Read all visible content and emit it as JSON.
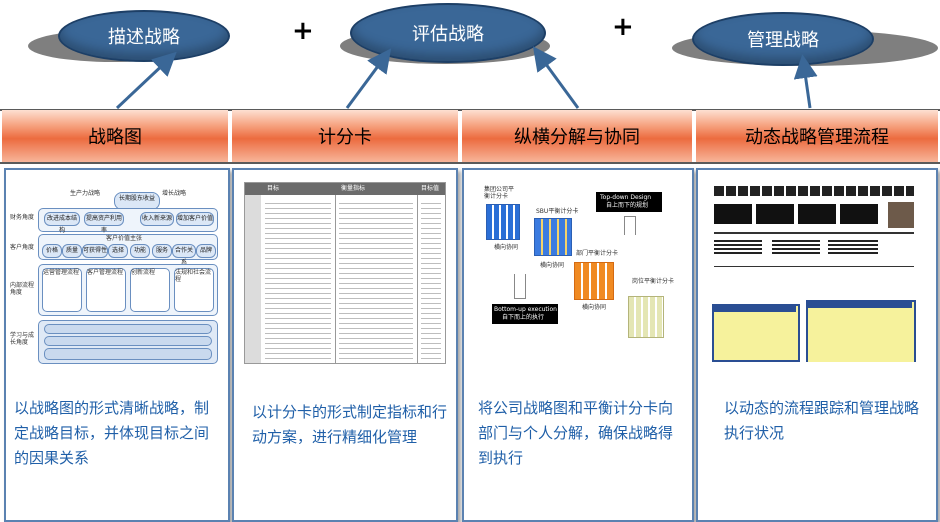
{
  "strategies": [
    {
      "label": "描述战略"
    },
    {
      "label": "评估战略"
    },
    {
      "label": "管理战略"
    }
  ],
  "plus_signs": [
    "+",
    "+"
  ],
  "columns": [
    {
      "header": "战略图",
      "description": "以战略图的形式清晰战略，制定战略目标，并体现目标之间的因果关系"
    },
    {
      "header": "计分卡",
      "description": "以计分卡的形式制定指标和行动方案，进行精细化管理"
    },
    {
      "header": "纵横分解与协同",
      "description": "将公司战略图和平衡计分卡向部门与个人分解，确保战略得到执行"
    },
    {
      "header": "动态战略管理流程",
      "description": "以动态的流程跟踪和管理战略执行状况"
    }
  ],
  "strategy_map": {
    "top_labels": [
      "生产力战略",
      "长期股东收益",
      "增长战略"
    ],
    "perspective_labels": [
      "财务角度",
      "客户角度",
      "内部流程角度",
      "学习与成长角度"
    ],
    "finance_chips": [
      "改进成本结构",
      "提高资产利用率",
      "收入新来源",
      "增加客户价值"
    ],
    "customer_title": "客户价值主张",
    "customer_chips": [
      "价格",
      "质量",
      "可获得性",
      "选择",
      "功能",
      "服务",
      "合作关系",
      "品牌"
    ],
    "process_titles": [
      "运营管理流程",
      "客户管理流程",
      "创新流程",
      "法规和社会流程"
    ]
  },
  "scorecard": {
    "headers": [
      "目标",
      "衡量指标",
      "目标值"
    ]
  },
  "cascade": {
    "company_label": "集团公司平衡计分卡",
    "sbu_label": "SBU平衡计分卡",
    "dept_label": "部门平衡计分卡",
    "personal_label": "岗位平衡计分卡",
    "sync1": "横向协同",
    "sync2": "横向协同",
    "sync3": "横向协同",
    "top_down_en": "Top-down Design",
    "top_down_cn": "自上而下的规划",
    "bottom_up_en": "Bottom-up execution",
    "bottom_up_cn": "自下而上的执行"
  },
  "colors": {
    "oval_fill": "#3a6797",
    "band_orange": "#ec6b3f",
    "panel_border": "#5b82b1",
    "desc_text": "#1f5fa8"
  }
}
